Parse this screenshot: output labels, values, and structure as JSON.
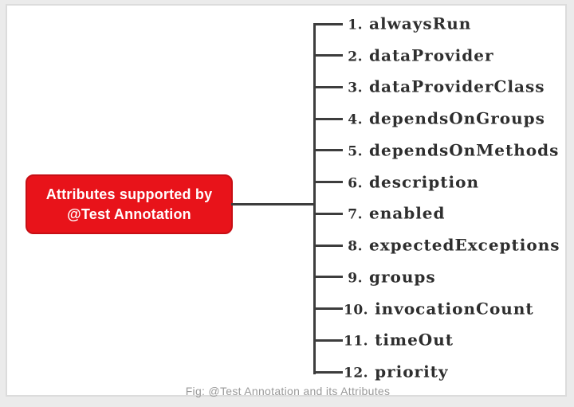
{
  "root_node": {
    "line1": "Attributes supported by",
    "line2": "@Test Annotation"
  },
  "tree": {
    "items": [
      {
        "number": "1.",
        "name": "alwaysRun"
      },
      {
        "number": "2.",
        "name": "dataProvider"
      },
      {
        "number": "3.",
        "name": "dataProviderClass"
      },
      {
        "number": "4.",
        "name": "dependsOnGroups"
      },
      {
        "number": "5.",
        "name": "dependsOnMethods"
      },
      {
        "number": "6.",
        "name": "description"
      },
      {
        "number": "7.",
        "name": "enabled"
      },
      {
        "number": "8.",
        "name": "expectedExceptions"
      },
      {
        "number": "9.",
        "name": "groups"
      },
      {
        "number": "10.",
        "name": "invocationCount"
      },
      {
        "number": "11.",
        "name": "timeOut"
      },
      {
        "number": "12.",
        "name": "priority"
      }
    ]
  },
  "caption": {
    "text": "Fig: @Test Annotation and its Attributes"
  },
  "colors": {
    "accent_red": "#e8131a",
    "accent_red_dark": "#c70f15",
    "line": "#3d3d3d",
    "text": "#2e2e2e",
    "caption": "#999999"
  }
}
